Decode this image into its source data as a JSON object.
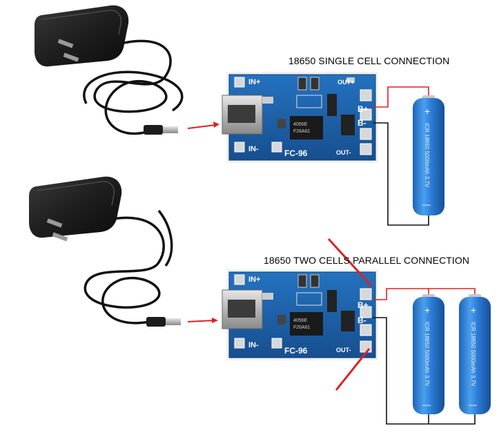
{
  "diagram": {
    "single": {
      "title": "18650 SINGLE CELL CONNECTION"
    },
    "parallel": {
      "title": "18650 TWO CELLS PARALLEL CONNECTION"
    },
    "board": {
      "in_plus": "IN+",
      "in_minus": "IN-",
      "out_plus": "OUT+",
      "out_minus": "OUT-",
      "b_plus": "B+",
      "b_minus": "B-",
      "model": "FC-96",
      "chip_top": "4056E",
      "chip_bottom": "F26A61"
    },
    "battery": {
      "plus": "+",
      "minus": "—",
      "label": "ICR 18650 5000mAh 3.7V"
    },
    "colors": {
      "wire_positive": "#e02020",
      "wire_negative": "#111111",
      "board": "#1c5fa8",
      "battery": "#2a7bd6",
      "charger": "#1a1a1a"
    }
  }
}
